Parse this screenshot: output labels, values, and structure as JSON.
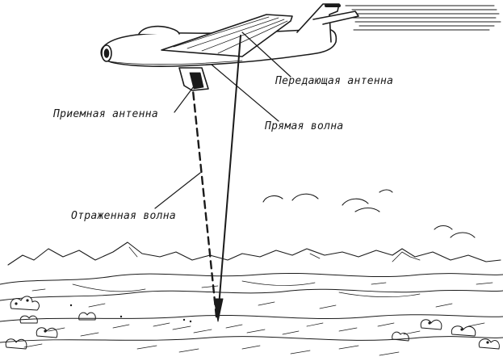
{
  "labels": {
    "transmitting_antenna": "Передающая антенна",
    "receiving_antenna": "Приемная антенна",
    "direct_wave": "Прямая волна",
    "reflected_wave": "Отраженная волна"
  },
  "colors": {
    "ink": "#1a1a1a",
    "background": "#ffffff"
  }
}
